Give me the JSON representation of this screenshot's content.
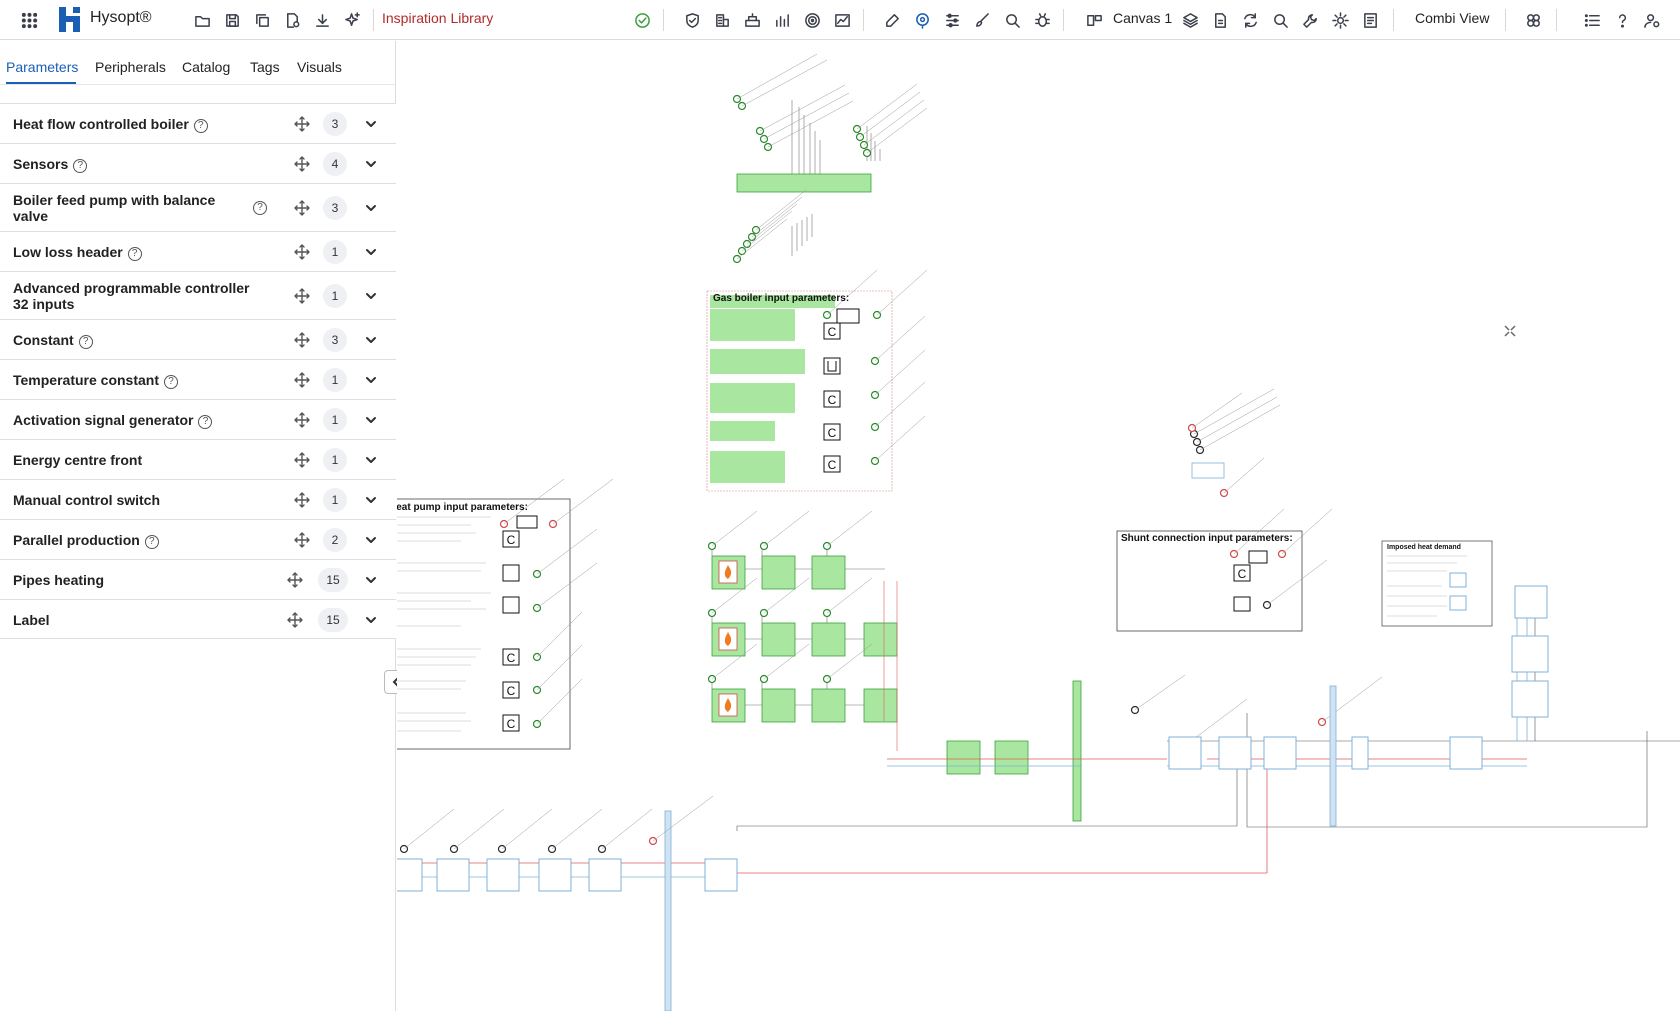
{
  "app": {
    "name": "Hysopt®",
    "library_title": "Inspiration Library",
    "canvas_label": "Canvas 1",
    "view_label": "Combi View"
  },
  "toolbar_icons": {
    "left": [
      "apps-grid-icon",
      "open-folder-icon",
      "save-icon",
      "copy-icon",
      "file-settings-icon",
      "download-icon",
      "sparkle-icon"
    ],
    "status": "check-circle-icon",
    "analysis": [
      "shield-icon",
      "building-icon",
      "stack-icon",
      "grid-dots-icon",
      "target-icon",
      "chart-icon"
    ],
    "edit": [
      "edit-icon",
      "location-icon",
      "sliders-icon",
      "brush-icon",
      "zoom-icon",
      "bug-icon"
    ],
    "canvas": [
      "canvas-layout-icon",
      "layers-icon",
      "page-icon",
      "refresh-icon",
      "search-icon",
      "wrench-icon",
      "gear-icon",
      "report-icon"
    ],
    "view": [
      "filter-icon"
    ],
    "right": [
      "list-icon",
      "help-icon",
      "user-settings-icon"
    ]
  },
  "left_panel": {
    "tabs": [
      {
        "label": "Parameters",
        "active": true
      },
      {
        "label": "Peripherals",
        "active": false
      },
      {
        "label": "Catalog",
        "active": false
      },
      {
        "label": "Tags",
        "active": false
      },
      {
        "label": "Visuals",
        "active": false
      }
    ],
    "rows": [
      {
        "label": "Heat flow controlled boiler",
        "help": true,
        "count": "3"
      },
      {
        "label": "Sensors",
        "help": true,
        "count": "4"
      },
      {
        "label": "Boiler feed pump with balance valve",
        "help": true,
        "count": "3"
      },
      {
        "label": "Low loss header",
        "help": true,
        "count": "1"
      },
      {
        "label": "Advanced programmable controller 32 inputs",
        "help": false,
        "count": "1"
      },
      {
        "label": "Constant",
        "help": true,
        "count": "3"
      },
      {
        "label": "Temperature constant",
        "help": true,
        "count": "1"
      },
      {
        "label": "Activation signal generator",
        "help": true,
        "count": "1"
      },
      {
        "label": "Energy centre front",
        "help": false,
        "count": "1"
      },
      {
        "label": "Manual control switch",
        "help": false,
        "count": "1"
      },
      {
        "label": "Parallel production",
        "help": true,
        "count": "2"
      },
      {
        "label": "Pipes heating",
        "help": false,
        "count": "15"
      },
      {
        "label": "Label",
        "help": false,
        "count": "15"
      }
    ]
  },
  "canvas": {
    "param_boxes": [
      {
        "title": "Gas boiler input parameters:"
      },
      {
        "title": "Heat pump input parameters:"
      },
      {
        "title": "Shunt connection input parameters:"
      },
      {
        "title": "Imposed heat demand"
      }
    ],
    "colors": {
      "accent": "#1b5fb5",
      "library_title": "#b12a2a",
      "component_fill": "#a9e6a0",
      "component_stroke": "#3aa23a",
      "pipe_blue": "#7fb0d8",
      "pipe_red": "#e05b5b",
      "signal": "#666666"
    }
  }
}
